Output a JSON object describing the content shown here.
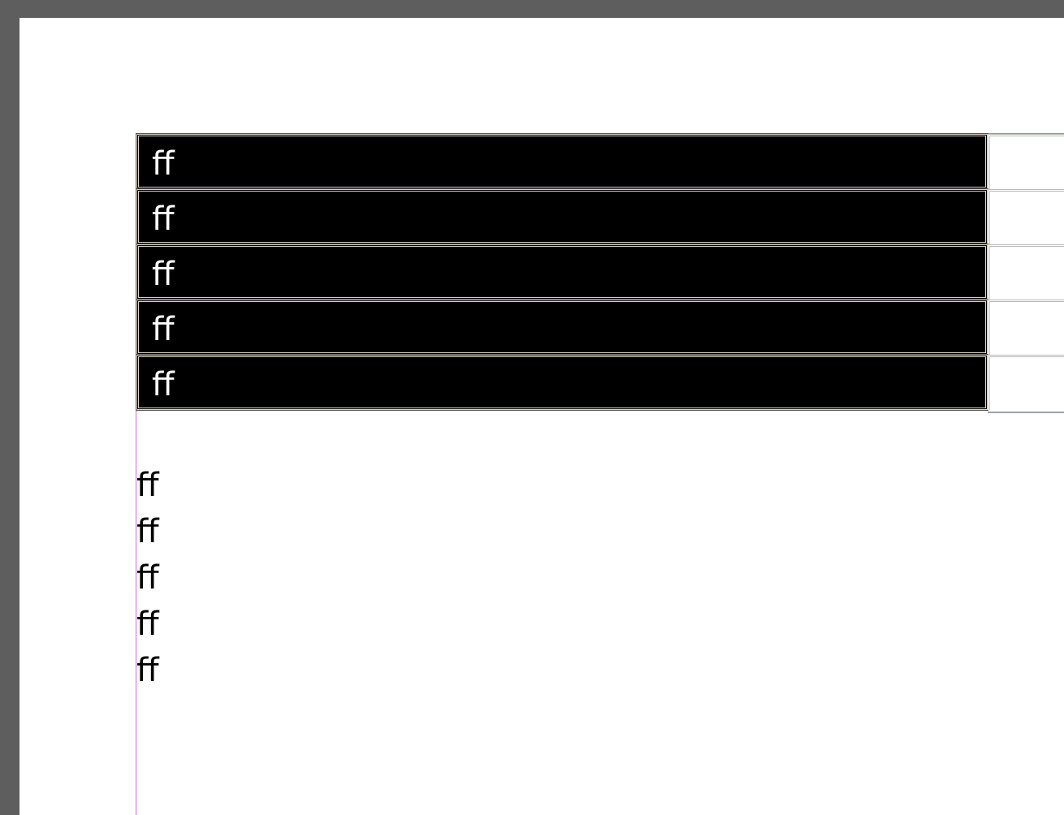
{
  "table": {
    "rows": [
      {
        "cell": "ff"
      },
      {
        "cell": "ff"
      },
      {
        "cell": "ff"
      },
      {
        "cell": "ff"
      },
      {
        "cell": "ff"
      }
    ]
  },
  "text_lines": [
    "ff",
    "ff",
    "ff",
    "ff",
    "ff"
  ],
  "colors": {
    "pasteboard": "#5e5e5e",
    "page": "#ffffff",
    "margin_guide": "#d36ad3",
    "cell_fill": "#000000",
    "cell_text": "#ffffff",
    "body_text": "#000000"
  }
}
